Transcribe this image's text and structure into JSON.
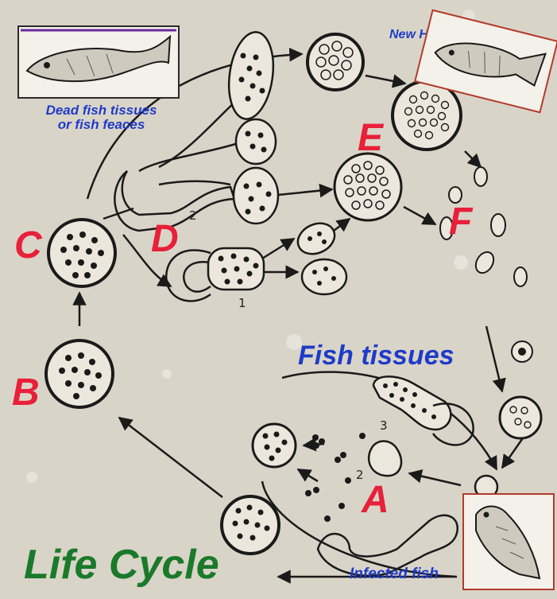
{
  "title": "Life Cycle",
  "stage_labels": {
    "A": "A",
    "B": "B",
    "C": "C",
    "D": "D",
    "E": "E",
    "F": "F"
  },
  "captions": {
    "dead_fish_line1": "Dead fish tissues",
    "dead_fish_line2": "or fish feaces",
    "new_host": "New Host",
    "fish_tissues": "Fish tissues",
    "infected_fish": "Infected fish"
  },
  "numbers": {
    "n1": "1",
    "n2": "2",
    "n3": "3",
    "n2b": "2"
  },
  "colors": {
    "stage_letter": "#e8203a",
    "caption_blue": "#1f3bc9",
    "title_green": "#1a7a2a",
    "background": "#d9d4c8",
    "ink": "#1a1a1a"
  },
  "icons": [
    "dead-fish-illustration",
    "new-host-fish-illustration",
    "infected-fish-illustration"
  ]
}
